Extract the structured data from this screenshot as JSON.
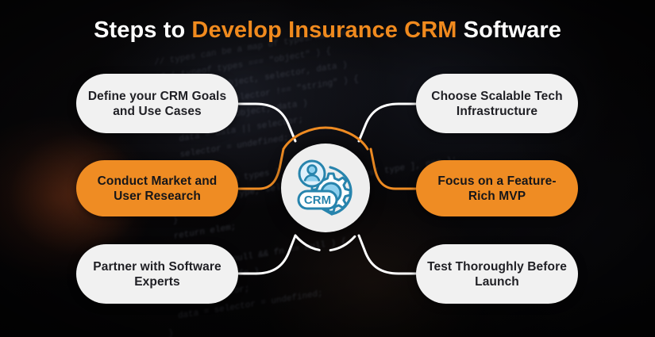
{
  "title": {
    "prefix": "Steps to ",
    "accent": "Develop Insurance CRM",
    "suffix": " Software"
  },
  "center": {
    "icon_name": "crm-cycle-icon",
    "icon_label": "CRM"
  },
  "colors": {
    "accent_orange": "#ef8c23",
    "title_orange": "#f08a1e",
    "pill_light": "#f1f1f1",
    "pill_text_dark": "#1f1f24",
    "background": "#050405",
    "icon_blue": "#1f80ab",
    "icon_blue_light": "#8fd0ee",
    "connector_white": "#ffffff"
  },
  "steps": {
    "left": [
      {
        "id": "step-define-goals",
        "label": "Define your CRM Goals and Use Cases",
        "style": "light"
      },
      {
        "id": "step-market-research",
        "label": "Conduct Market and User Research",
        "style": "orange"
      },
      {
        "id": "step-partner-experts",
        "label": "Partner with Software Experts",
        "style": "light"
      }
    ],
    "right": [
      {
        "id": "step-tech-infrastructure",
        "label": "Choose Scalable Tech Infrastructure",
        "style": "light"
      },
      {
        "id": "step-feature-rich-mvp",
        "label": "Focus on a Feature-Rich MVP",
        "style": "orange"
      },
      {
        "id": "step-test-launch",
        "label": "Test Thoroughly Before Launch",
        "style": "light"
      }
    ]
  },
  "background": {
    "code_text": "// types can be a map of types/handlers\nif ( typeof types === \"object\" ) {\n  // ( types-Object, selector, data )\n  if ( typeof selector !== \"string\" ) {\n    // ( types-Object, data )\n    data = data || selector;\n    selector = undefined;\n  }\n  for ( type in types ) {\n    on( elem, type, selector, data, types[ type ], one );\n  }\n  return elem;\n}\nif ( data == null && fn == null ) {\n  // ( types, fn )\n  fn = selector;\n  data = selector = undefined;\n}"
  }
}
